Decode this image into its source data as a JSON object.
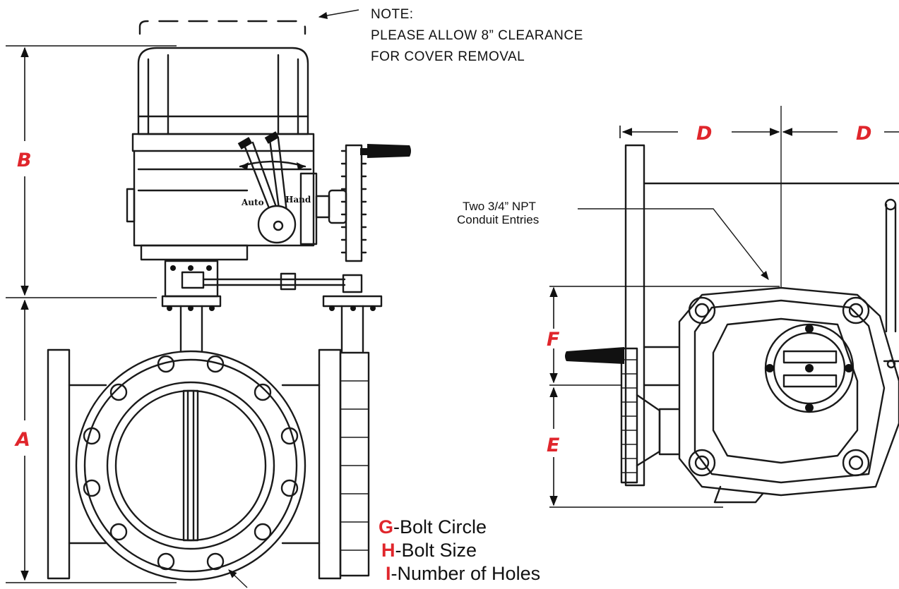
{
  "note": {
    "line1": "NOTE:",
    "line2": "PLEASE ALLOW  8” CLEARANCE",
    "line3": "FOR COVER REMOVAL"
  },
  "conduit": {
    "line1": "Two  3/4” NPT",
    "line2": "Conduit Entries"
  },
  "handle_labels": {
    "auto": "Auto",
    "hand": "Hand"
  },
  "dimensions": {
    "A": "A",
    "B": "B",
    "D_left": "D",
    "D_right": "D",
    "E": "E",
    "F": "F"
  },
  "legend": [
    {
      "letter": "G",
      "text": "-Bolt Circle"
    },
    {
      "letter": "H",
      "text": "-Bolt Size"
    },
    {
      "letter": "I",
      "text": "-Number of Holes"
    }
  ],
  "colors": {
    "accent": "#e0262c",
    "line": "#1a1a1a"
  }
}
